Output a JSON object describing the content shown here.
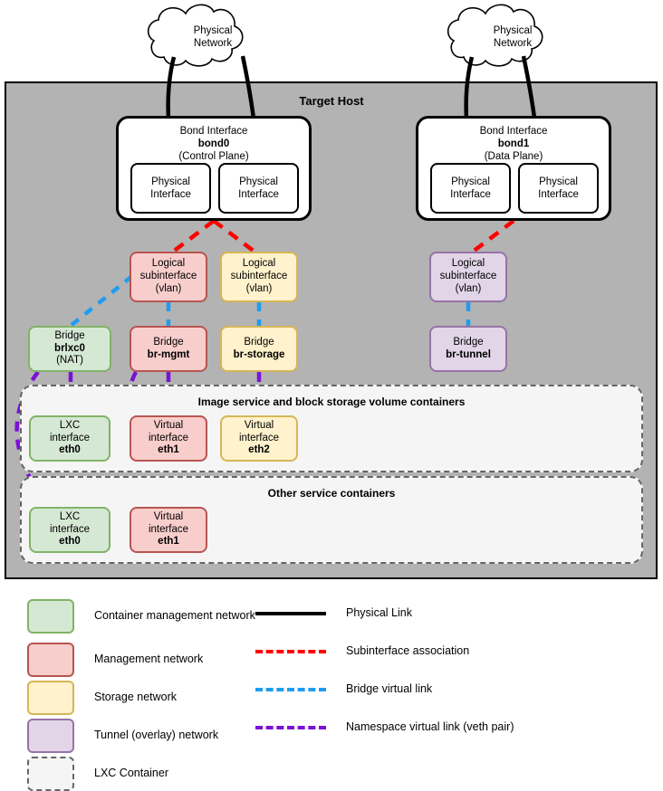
{
  "diagram": {
    "title": "Target Host",
    "clouds": [
      {
        "id": "cloud-left",
        "line1": "Physical",
        "line2": "Network"
      },
      {
        "id": "cloud-right",
        "line1": "Physical",
        "line2": "Network"
      }
    ],
    "bonds": [
      {
        "id": "bond0",
        "caption": "Bond Interface",
        "name": "bond0",
        "role": "(Control Plane)",
        "interfaces": [
          {
            "line1": "Physical",
            "line2": "Interface"
          },
          {
            "line1": "Physical",
            "line2": "Interface"
          }
        ]
      },
      {
        "id": "bond1",
        "caption": "Bond Interface",
        "name": "bond1",
        "role": "(Data Plane)",
        "interfaces": [
          {
            "line1": "Physical",
            "line2": "Interface"
          },
          {
            "line1": "Physical",
            "line2": "Interface"
          }
        ]
      }
    ],
    "subinterfaces": [
      {
        "id": "subif-mgmt",
        "line1": "Logical",
        "line2": "subinterface",
        "line3": "(vlan)",
        "color": "red"
      },
      {
        "id": "subif-storage",
        "line1": "Logical",
        "line2": "subinterface",
        "line3": "(vlan)",
        "color": "yellow"
      },
      {
        "id": "subif-tunnel",
        "line1": "Logical",
        "line2": "subinterface",
        "line3": "(vlan)",
        "color": "purple"
      }
    ],
    "bridges": [
      {
        "id": "bridge-brlxc0",
        "line1": "Bridge",
        "name": "brlxc0",
        "extra": "(NAT)",
        "color": "green"
      },
      {
        "id": "bridge-br-mgmt",
        "line1": "Bridge",
        "name": "br-mgmt",
        "extra": "",
        "color": "red"
      },
      {
        "id": "bridge-br-storage",
        "line1": "Bridge",
        "name": "br-storage",
        "extra": "",
        "color": "yellow"
      },
      {
        "id": "bridge-br-tunnel",
        "line1": "Bridge",
        "name": "br-tunnel",
        "extra": "",
        "color": "purple"
      }
    ],
    "containers": [
      {
        "id": "container-image-block",
        "title": "Image service and block storage volume containers",
        "interfaces": [
          {
            "id": "iface-eth0-a",
            "line1": "LXC",
            "line2": "interface",
            "name": "eth0",
            "color": "green"
          },
          {
            "id": "iface-eth1-a",
            "line1": "Virtual",
            "line2": "interface",
            "name": "eth1",
            "color": "red"
          },
          {
            "id": "iface-eth2-a",
            "line1": "Virtual",
            "line2": "interface",
            "name": "eth2",
            "color": "yellow"
          }
        ]
      },
      {
        "id": "container-other",
        "title": "Other service containers",
        "interfaces": [
          {
            "id": "iface-eth0-b",
            "line1": "LXC",
            "line2": "interface",
            "name": "eth0",
            "color": "green"
          },
          {
            "id": "iface-eth1-b",
            "line1": "Virtual",
            "line2": "interface",
            "name": "eth1",
            "color": "red"
          }
        ]
      }
    ]
  },
  "legend": {
    "swatches": [
      {
        "label": "Container management network",
        "fill": "#d5e8d4",
        "stroke": "#82b366"
      },
      {
        "label": "Management network",
        "fill": "#f8cecc",
        "stroke": "#b85450"
      },
      {
        "label": "Storage network",
        "fill": "#fff2cc",
        "stroke": "#d6b656"
      },
      {
        "label": "Tunnel (overlay) network",
        "fill": "#e1d5e7",
        "stroke": "#9673a6"
      },
      {
        "label": "LXC Container",
        "fill": "#f5f5f5",
        "stroke": "#666666"
      }
    ],
    "lines": [
      {
        "label": "Physical Link",
        "color": "#000000",
        "style": "solid"
      },
      {
        "label": "Subinterface association",
        "color": "#ff0000",
        "style": "dashed"
      },
      {
        "label": "Bridge virtual link",
        "color": "#1f9cf0",
        "style": "dashed"
      },
      {
        "label": "Namespace virtual link (veth pair)",
        "color": "#7b11d6",
        "style": "dashed"
      }
    ]
  },
  "colors": {
    "host_fill": "#b3b3b3",
    "green_fill": "#d5e8d4",
    "green_stroke": "#82b366",
    "red_fill": "#f8cecc",
    "red_stroke": "#b85450",
    "yellow_fill": "#fff2cc",
    "yellow_stroke": "#d6b656",
    "purple_fill": "#e1d5e7",
    "purple_stroke": "#9673a6",
    "link_physical": "#000000",
    "link_subinterface": "#ff0000",
    "link_bridge": "#1f9cf0",
    "link_namespace": "#7b11d6"
  }
}
